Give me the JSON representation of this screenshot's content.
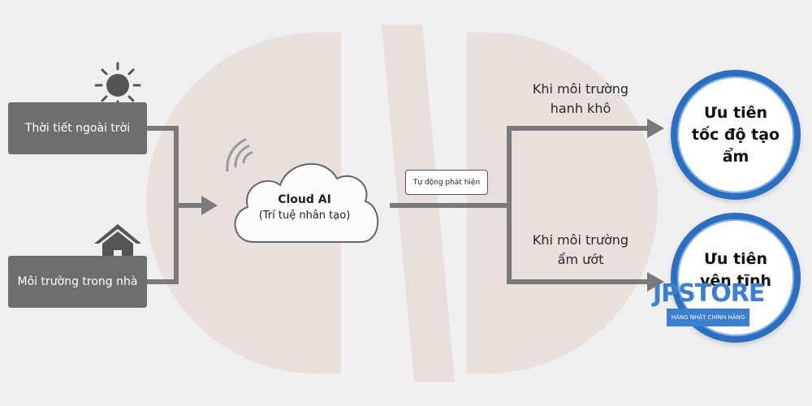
{
  "inputs": {
    "weather": "Thời tiết ngoài trời",
    "indoor": "Môi trường trong nhà"
  },
  "cloud": {
    "title": "Cloud AI",
    "subtitle": "(Trí tuệ nhân tạo)"
  },
  "detect_label": "Tự động phát hiện",
  "branches": {
    "dry": {
      "condition_line1": "Khi môi trường",
      "condition_line2": "hanh khô",
      "result_line1": "Ưu tiên",
      "result_line2": "tốc độ tạo",
      "result_line3": "ẩm"
    },
    "wet": {
      "condition_line1": "Khi môi trường",
      "condition_line2": "ẩm ướt",
      "result_line1": "Ưu tiên",
      "result_line2": "yên tĩnh"
    }
  },
  "watermark": {
    "brand": "JPSTORE",
    "tagline": "HÀNG NHẬT CHÍNH HÃNG"
  },
  "colors": {
    "box": "#6e6e6e",
    "arrow": "#7a7a7a",
    "circle_border": "#2a6fc2",
    "brand": "#3b7fd0",
    "background_logo": "#e2d3cc"
  }
}
